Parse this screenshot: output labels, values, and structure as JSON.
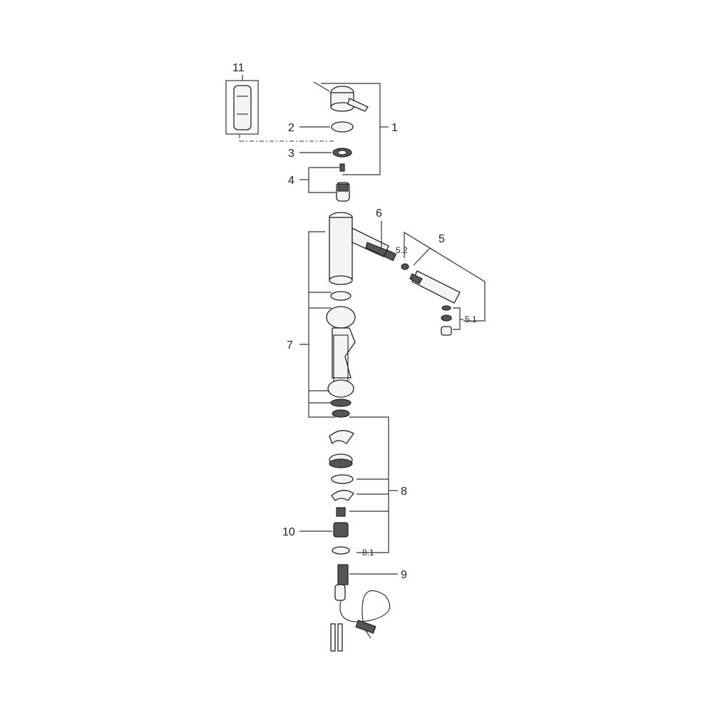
{
  "diagram": {
    "title": "Exploded parts view",
    "labels": {
      "p1": "1",
      "p2": "2",
      "p3": "3",
      "p4": "4",
      "p5": "5",
      "p5_1": "5.1",
      "p5_2": "5.2",
      "p6": "6",
      "p7": "7",
      "p8": "8",
      "p8_1": "8.1",
      "p9": "9",
      "p10": "10",
      "p11": "11"
    }
  }
}
